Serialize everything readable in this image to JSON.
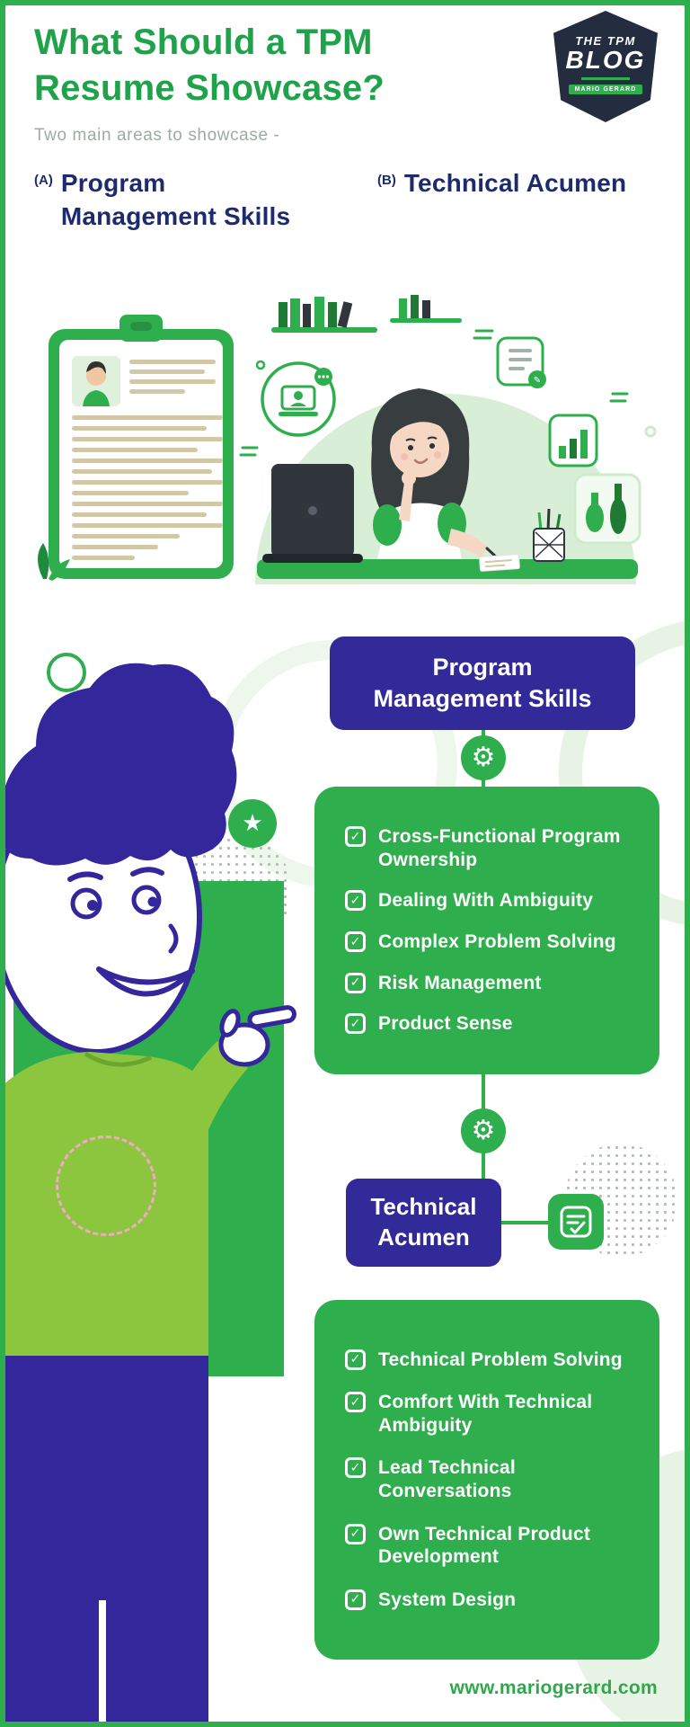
{
  "page": {
    "header": {
      "title_lines": [
        "What Should a TPM",
        "Resume Showcase?"
      ],
      "subtitle": "Two main areas to showcase -",
      "logo": {
        "top": "THE TPM",
        "main": "BLOG",
        "byline": "MARIO GERARD"
      },
      "areas": [
        {
          "prefix": "(A)",
          "lines": [
            "Program",
            "Management Skills"
          ]
        },
        {
          "prefix": "(B)",
          "lines": [
            "Technical Acumen"
          ]
        }
      ]
    },
    "sections": [
      {
        "title_lines": [
          "Program",
          "Management Skills"
        ],
        "items": [
          "Cross-Functional Program Ownership",
          "Dealing With Ambiguity",
          "Complex Problem Solving",
          "Risk Management",
          "Product Sense"
        ]
      },
      {
        "title_lines": [
          "Technical",
          "Acumen"
        ],
        "items": [
          "Technical Problem Solving",
          "Comfort With Technical Ambiguity",
          "Lead Technical Conversations",
          "Own Technical Product Development",
          "System Design"
        ]
      }
    ],
    "footer": {
      "url": "www.mariogerard.com"
    }
  },
  "icons": {
    "gear-icon": "⚙",
    "star-icon": "★",
    "check-icon": "✓",
    "pencil-icon": "✎"
  },
  "colors": {
    "green": "#2fae4e",
    "lime": "#8cc63e",
    "purple": "#332a99",
    "navy": "#1d2b6d",
    "title_green": "#1fa24a",
    "light_green": "#d8eed6",
    "pink": "#f5a9c8",
    "tan": "#d2c8a8",
    "dark_badge": "#232d3f",
    "gray_text": "#9faaa3"
  }
}
